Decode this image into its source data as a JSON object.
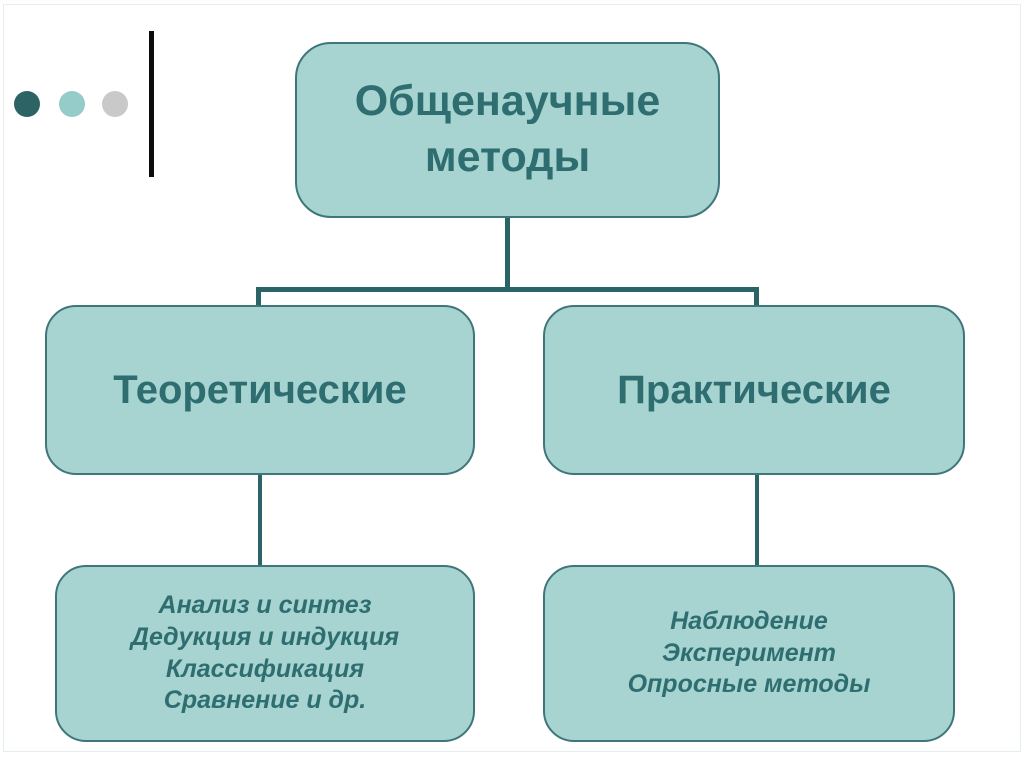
{
  "slide_title": "Общенаучные методы",
  "decoration": {
    "dots": [
      {
        "name": "dot-dark-teal",
        "color": "#2e6366"
      },
      {
        "name": "dot-light-teal",
        "color": "#95cbc8"
      },
      {
        "name": "dot-gray",
        "color": "#c9c9c9"
      }
    ],
    "divider_color": "#0c0c0c"
  },
  "diagram": {
    "root": {
      "label": "Общенаучные методы"
    },
    "branches": [
      {
        "label": "Теоретические",
        "methods": [
          "Анализ и синтез",
          "Дедукция и индукция",
          "Классификация",
          "Сравнение и др."
        ]
      },
      {
        "label": "Практические",
        "methods": [
          "Наблюдение",
          "Эксперимент",
          "Опросные методы"
        ]
      }
    ]
  },
  "colors": {
    "node_fill": "#a7d3d1",
    "node_border": "#3f767b",
    "node_text": "#2e6e71",
    "connector": "#2b6467",
    "frame_line": "#e6edee"
  }
}
